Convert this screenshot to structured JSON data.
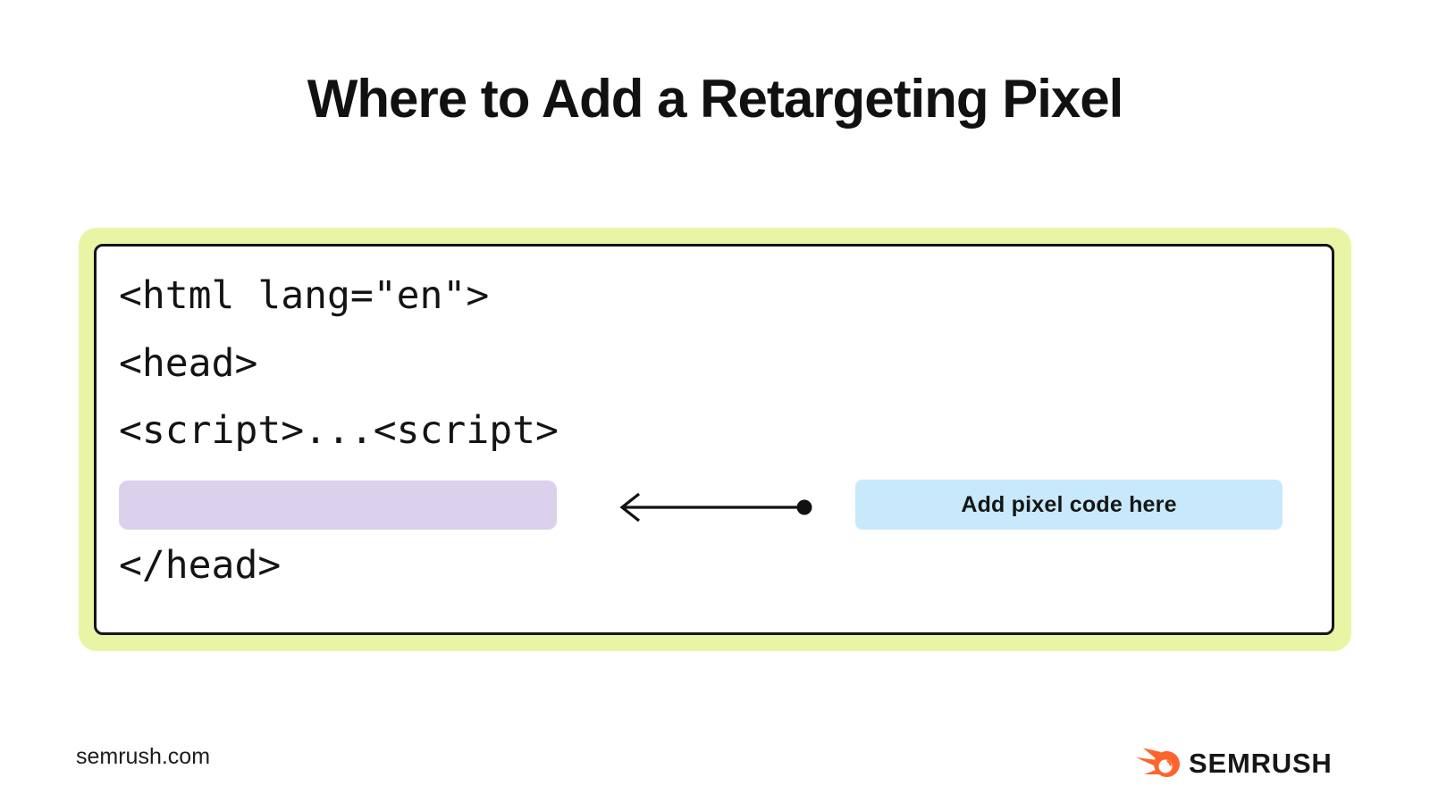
{
  "title": "Where to Add a Retargeting Pixel",
  "diagram": {
    "code_lines": [
      "<html lang=\"en\">",
      "<head>",
      "<script>...<script>",
      "</head>"
    ],
    "annotation_label": "Add pixel code here"
  },
  "icons": {
    "arrow_left_with_dot": "←•",
    "semrush_logo": "flame-comet"
  },
  "footer": {
    "website": "semrush.com",
    "brand_name": "SEMRUSH"
  },
  "colors": {
    "frame-green": "#e9f5a5",
    "highlight-purple": "#dcd1ec",
    "label-blue": "#c7e9fb",
    "brand-orange": "#ff642d",
    "ink": "#111111"
  }
}
